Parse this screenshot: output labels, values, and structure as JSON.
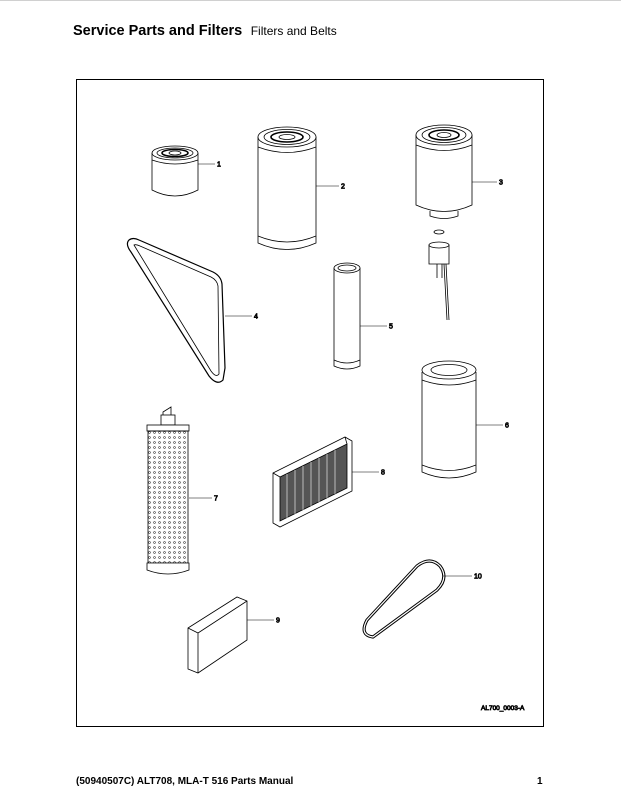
{
  "header": {
    "title": "Service Parts and Filters",
    "subtitle": "Filters and Belts"
  },
  "figure": {
    "callouts": [
      "1",
      "2",
      "3",
      "4",
      "5",
      "6",
      "7",
      "8",
      "9",
      "10"
    ],
    "figure_code": "AL700_0003-A"
  },
  "footer": {
    "manual": "(50940507C)  ALT708, MLA-T 516 Parts Manual",
    "page_number": "1"
  },
  "colors": {
    "line": "#000000",
    "paper": "#ffffff",
    "rule": "#d0d0d0"
  }
}
